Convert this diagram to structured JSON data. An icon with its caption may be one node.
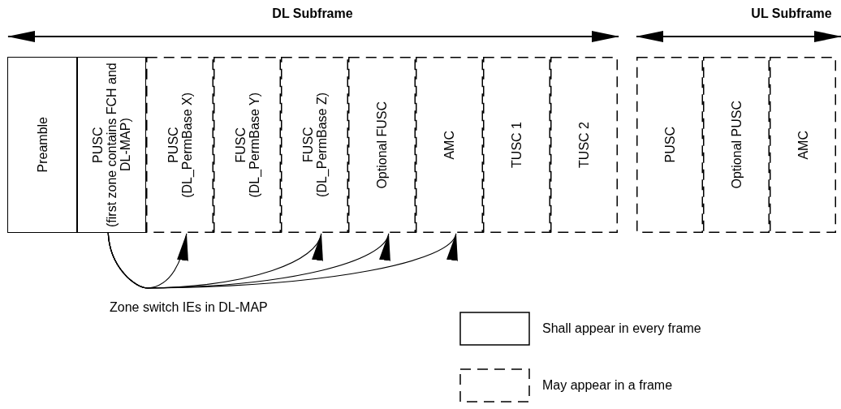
{
  "diagram": {
    "nodes": [
      {
        "text": [
          "Preamble"
        ]
      },
      {
        "text": [
          "PUSC",
          "(first zone contains FCH and DL-MAP)"
        ]
      },
      {
        "text": [
          "PUSC",
          "(DL_PermBase X)"
        ]
      },
      {
        "text": [
          "FUSC",
          "(DL_PermBase Y)"
        ]
      },
      {
        "text": [
          "FUSC",
          "(DL_PermBase Z)"
        ]
      },
      {
        "text": [
          "Optional FUSC"
        ]
      },
      {
        "text": [
          "AMC"
        ]
      },
      {
        "text": [
          "TUSC 1"
        ]
      },
      {
        "text": [
          "TUSC 2"
        ]
      },
      {
        "text": [
          "PUSC"
        ]
      },
      {
        "text": [
          "Optional PUSC"
        ]
      },
      {
        "text": [
          "AMC"
        ]
      }
    ],
    "edges": [
      {
        "from": 1,
        "to": 2,
        "arrow": "to"
      },
      {
        "from": 1,
        "to": 4,
        "arrow": "to"
      },
      {
        "from": 1,
        "to": 5,
        "arrow": "to"
      },
      {
        "from": 1,
        "to": 6,
        "arrow": "to"
      }
    ],
    "labels": [
      "DL Subframe",
      "UL Subframe",
      "Zone switch IEs in DL-MAP"
    ],
    "legend": [
      {
        "text": "Shall appear in every frame"
      },
      {
        "text": "May appear in a frame"
      }
    ]
  }
}
